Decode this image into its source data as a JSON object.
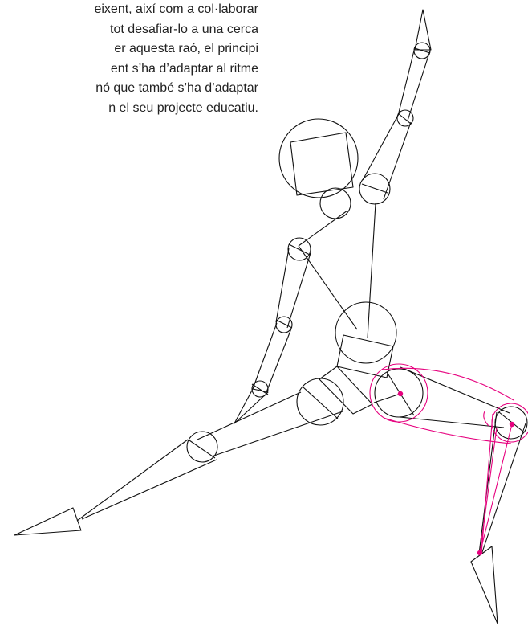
{
  "text": {
    "lines": [
      "eixent, així com a col·laborar",
      "tot desafiar-lo a una cerca",
      "er aquesta raó, el principi",
      "ent s’ha d’adaptar al ritme",
      "nó que també s’ha d’adaptar",
      "n el seu projecte educatiu."
    ]
  },
  "colors": {
    "stroke": "#111111",
    "highlight": "#e6007e",
    "background": "#ffffff"
  }
}
